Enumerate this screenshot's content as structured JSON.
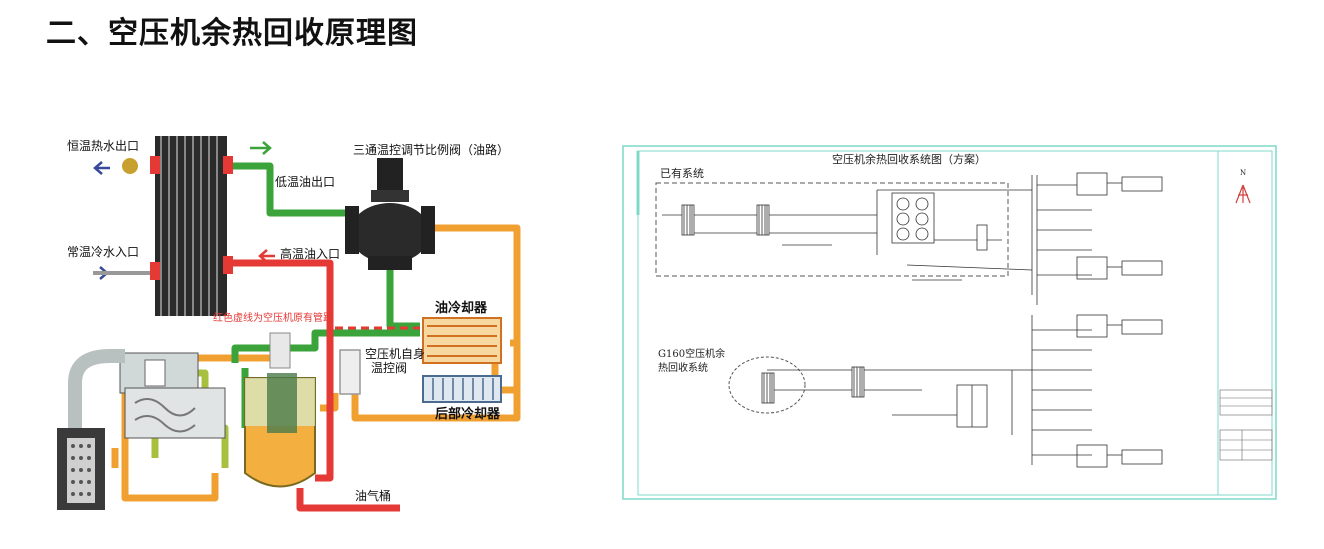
{
  "page": {
    "title": "二、空压机余热回收原理图"
  },
  "left_diagram": {
    "labels": {
      "hot_water_out": "恒温热水出口",
      "cold_water_in": "常温冷水入口",
      "low_oil_out": "低温油出口",
      "high_oil_in": "高温油入口",
      "valve": "三通温控调节比例阀（油路）",
      "red_note": "红色虚线为空压机原有管路",
      "oil_cooler": "油冷却器",
      "temp_valve_1": "空压机自身",
      "temp_valve_2": "温控阀",
      "after_cooler": "后部冷却器",
      "oil_tank": "油气桶"
    }
  },
  "right_diagram": {
    "title": "空压机余热回收系统图（方案）",
    "existing": "已有系统",
    "g160_1": "G160空压机余",
    "g160_2": "热回收系统",
    "north": "N"
  }
}
